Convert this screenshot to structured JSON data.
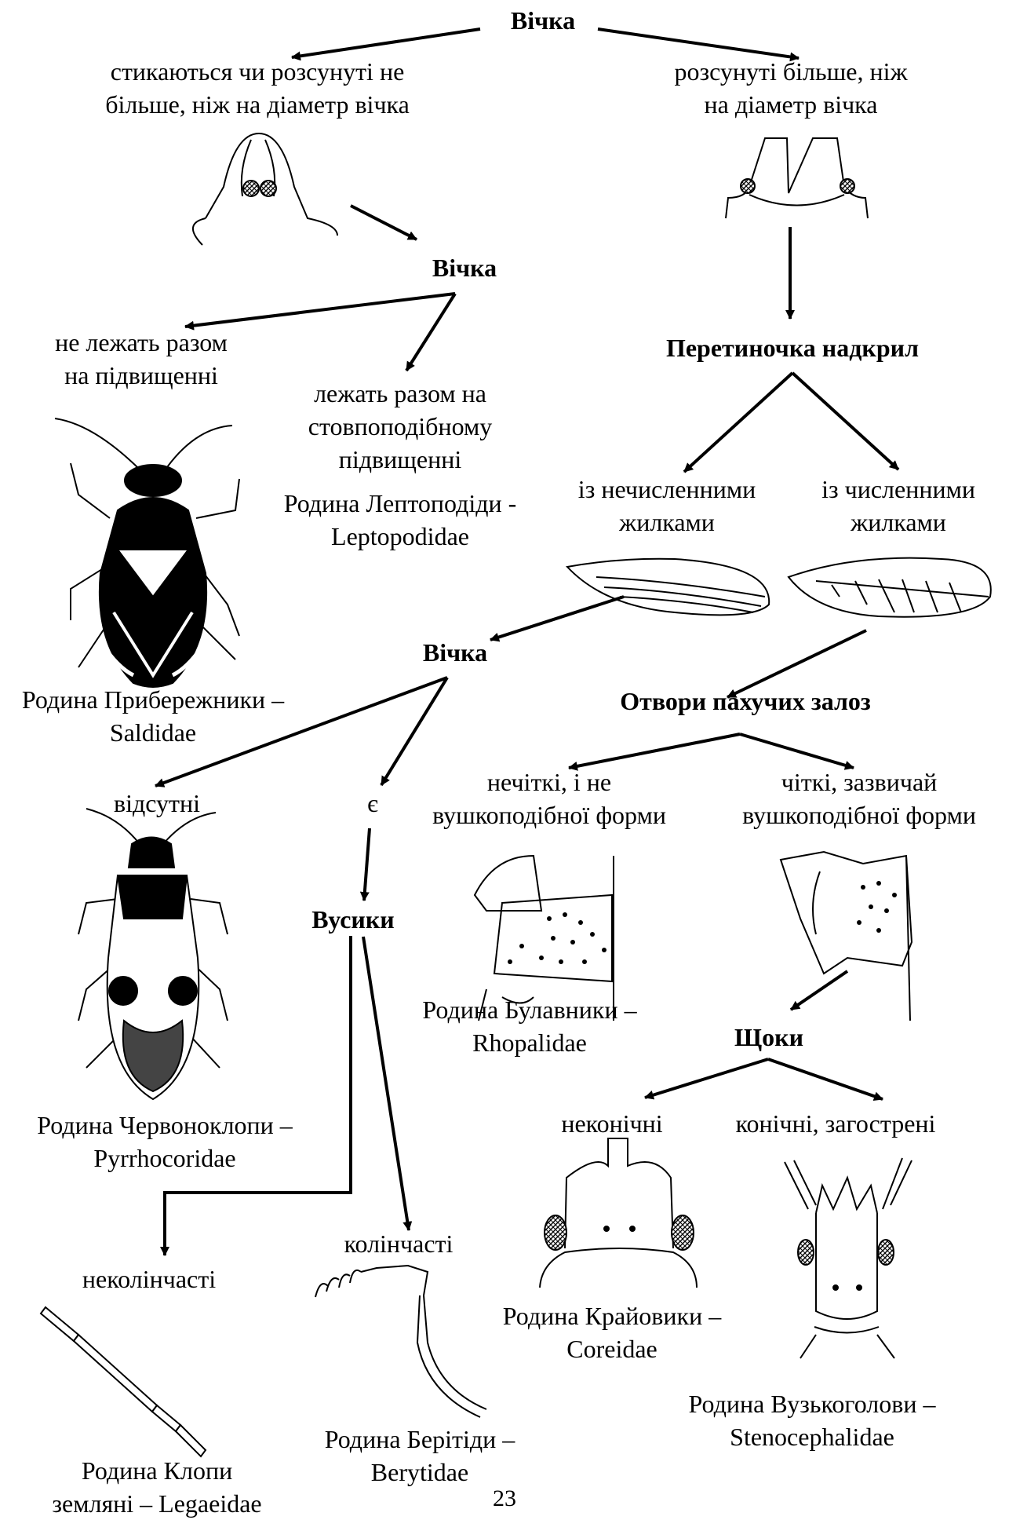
{
  "key": {
    "n1": {
      "title": "Вічка",
      "left_option": [
        "стикаються чи розсунуті не",
        "більше, ніж на діаметр вічка"
      ],
      "right_option": [
        "розсунуті більше, ніж",
        "на діаметр вічка"
      ]
    },
    "n2": {
      "title": "Вічка",
      "left_option": [
        "не лежать разом",
        "на підвищенні"
      ],
      "right_option": [
        "лежать разом на",
        "стовпоподібному",
        "підвищенні"
      ],
      "family_right": [
        "Родина Лептоподіди -",
        "Leptopodidae"
      ],
      "family_left": [
        "Родина Прибережники –",
        "Saldidae"
      ]
    },
    "n3": {
      "title": "Перетиночка надкрил",
      "left_option": [
        "із нечисленними",
        "жилками"
      ],
      "right_option": [
        "із численними",
        "жилками"
      ]
    },
    "n4": {
      "title": "Вічка",
      "left_option": "відсутні",
      "right_option": "є",
      "family_left": [
        "Родина Червоноклопи –",
        "Pyrrhocoridae"
      ]
    },
    "n5": {
      "title": "Отвори пахучих залоз",
      "left_option": [
        "нечіткі, і не",
        "вушкоподібної форми"
      ],
      "right_option": [
        "чіткі, зазвичай",
        "вушкоподібної форми"
      ],
      "family_left": [
        "Родина Булавники –",
        "Rhopalidae"
      ]
    },
    "n6": {
      "title": "Вусики",
      "left_option": "неколінчасті",
      "right_option": "колінчасті",
      "family_left": [
        "Родина Клопи",
        "земляні – Legaeidae"
      ],
      "family_right": [
        "Родина Берітіди –",
        "Berytidae"
      ]
    },
    "n7": {
      "title": "Щоки",
      "left_option": "неконічні",
      "right_option": "конічні, загострені",
      "family_left": [
        "Родина Крайовики –",
        "Coreidae"
      ],
      "family_right": [
        "Родина Вузькоголови –",
        "Stenocephalidae"
      ]
    }
  },
  "page_number": "23"
}
